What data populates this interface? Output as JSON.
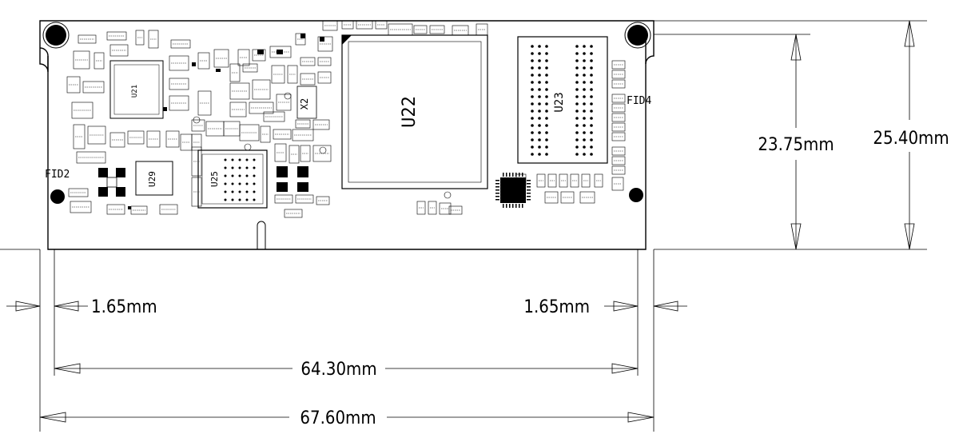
{
  "dimensions": {
    "total_width": "67.60mm",
    "inner_width": "64.30mm",
    "left_offset": "1.65mm",
    "right_offset": "1.65mm",
    "inner_height": "23.75mm",
    "total_height": "25.40mm"
  },
  "labels": {
    "u22": "U22",
    "u23": "U23",
    "u21": "U21",
    "u29": "U29",
    "u25": "U25",
    "x2": "X2",
    "fid2": "FID2",
    "fid4": "FID4"
  },
  "colors": {
    "ink": "#000000",
    "background": "#ffffff"
  }
}
